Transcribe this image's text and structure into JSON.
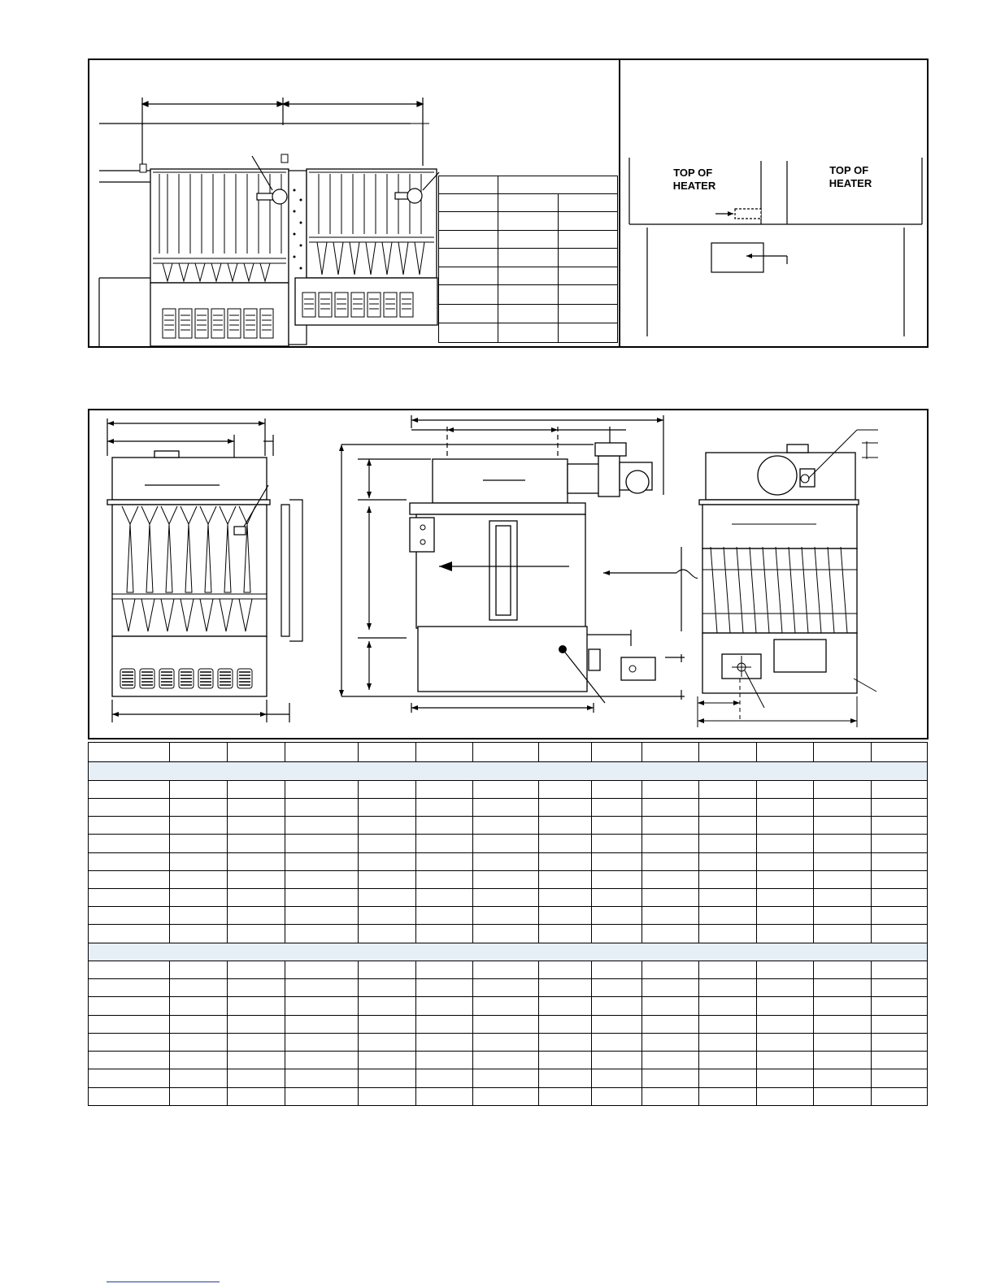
{
  "clearance_panel": {
    "label_left": "TOP OF HEATER",
    "label_right": "TOP OF HEATER"
  },
  "clearance_table": {
    "rows": 9,
    "cols": 3
  },
  "spec_table": {
    "columns": 14,
    "group_a_rows": 9,
    "group_b_rows": 9
  }
}
